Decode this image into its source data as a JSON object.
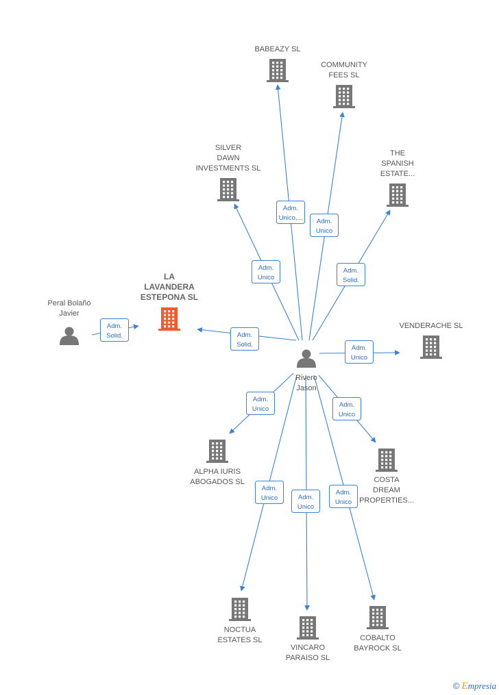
{
  "colors": {
    "edge": "#3b82d6",
    "building": "#777777",
    "building_main": "#f05a30",
    "person": "#777777",
    "label_text": "#555555"
  },
  "nodes": [
    {
      "id": "peral",
      "type": "person",
      "lines": [
        "Peral Bolaño",
        "Javier"
      ]
    },
    {
      "id": "lavandera",
      "type": "company-main",
      "lines": [
        "LA",
        "LAVANDERA",
        "ESTEPONA SL"
      ]
    },
    {
      "id": "rivero",
      "type": "person",
      "lines": [
        "Rivero",
        "Jason"
      ]
    },
    {
      "id": "babeazy",
      "type": "company",
      "lines": [
        "BABEAZY SL"
      ]
    },
    {
      "id": "community",
      "type": "company",
      "lines": [
        "COMMUNITY",
        "FEES SL"
      ]
    },
    {
      "id": "silver",
      "type": "company",
      "lines": [
        "SILVER",
        "DAWN",
        "INVESTMENTS SL"
      ]
    },
    {
      "id": "spanish",
      "type": "company",
      "lines": [
        "THE",
        "SPANISH",
        "ESTATE..."
      ]
    },
    {
      "id": "venderache",
      "type": "company",
      "lines": [
        "VENDERACHE SL"
      ]
    },
    {
      "id": "alpha",
      "type": "company",
      "lines": [
        "ALPHA IURIS",
        "ABOGADOS SL"
      ]
    },
    {
      "id": "costa",
      "type": "company",
      "lines": [
        "COSTA",
        "DREAM",
        "PROPERTIES..."
      ]
    },
    {
      "id": "noctua",
      "type": "company",
      "lines": [
        "NOCTUA",
        "ESTATES SL"
      ]
    },
    {
      "id": "vincaro",
      "type": "company",
      "lines": [
        "VINCARO",
        "PARAISO SL"
      ]
    },
    {
      "id": "cobalto",
      "type": "company",
      "lines": [
        "COBALTO",
        "BAYROCK SL"
      ]
    }
  ],
  "edges": [
    {
      "from": "peral",
      "to": "lavandera",
      "label": [
        "Adm.",
        "Solid."
      ]
    },
    {
      "from": "rivero",
      "to": "lavandera",
      "label": [
        "Adm.",
        "Solid."
      ]
    },
    {
      "from": "rivero",
      "to": "babeazy",
      "label": [
        "Adm.",
        "Unico,..."
      ]
    },
    {
      "from": "rivero",
      "to": "community",
      "label": [
        "Adm.",
        "Unico"
      ]
    },
    {
      "from": "rivero",
      "to": "silver",
      "label": [
        "Adm.",
        "Unico"
      ]
    },
    {
      "from": "rivero",
      "to": "spanish",
      "label": [
        "Adm.",
        "Solid."
      ]
    },
    {
      "from": "rivero",
      "to": "venderache",
      "label": [
        "Adm.",
        "Unico"
      ]
    },
    {
      "from": "rivero",
      "to": "alpha",
      "label": [
        "Adm.",
        "Unico"
      ]
    },
    {
      "from": "rivero",
      "to": "costa",
      "label": [
        "Adm.",
        "Unico"
      ]
    },
    {
      "from": "rivero",
      "to": "noctua",
      "label": [
        "Adm.",
        "Unico"
      ]
    },
    {
      "from": "rivero",
      "to": "vincaro",
      "label": [
        "Adm.",
        "Unico"
      ]
    },
    {
      "from": "rivero",
      "to": "cobalto",
      "label": [
        "Adm.",
        "Unico"
      ]
    }
  ],
  "footer": {
    "copyright": "©",
    "brand_initial": "E",
    "brand_rest": "mpresia"
  }
}
